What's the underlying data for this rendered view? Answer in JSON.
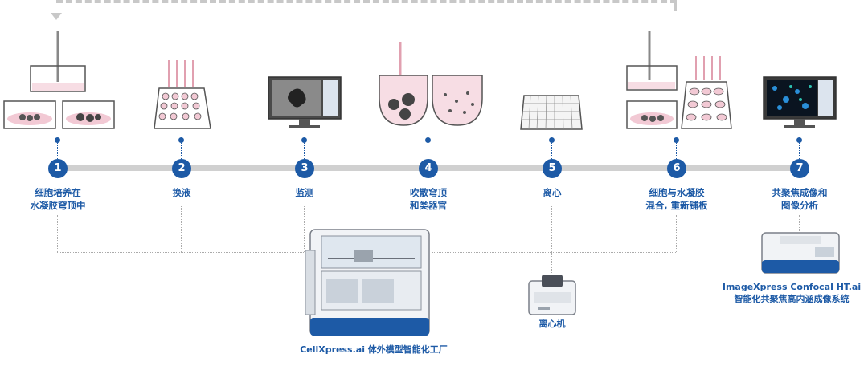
{
  "steps": [
    {
      "num": "1",
      "line1": "细胞培养在",
      "line2": "水凝胶穹顶中",
      "icon": "cell-culture-wells-icon"
    },
    {
      "num": "2",
      "line1": "换液",
      "line2": "",
      "icon": "media-exchange-plate-icon"
    },
    {
      "num": "3",
      "line1": "监测",
      "line2": "",
      "icon": "monitor-icon"
    },
    {
      "num": "4",
      "line1": "吹散穹顶",
      "line2": "和类器官",
      "icon": "dome-dissociation-icon"
    },
    {
      "num": "5",
      "line1": "离心",
      "line2": "",
      "icon": "centrifuge-rack-icon"
    },
    {
      "num": "6",
      "line1": "细胞与水凝胶",
      "line2": "混合, 重新铺板",
      "icon": "replating-icon"
    },
    {
      "num": "7",
      "line1": "共聚焦成像和",
      "line2": "图像分析",
      "icon": "imaging-monitor-icon"
    }
  ],
  "instruments": {
    "cellxpress": "CellXpress.ai 体外模型智能化工厂",
    "centrifuge": "离心机",
    "imagexpress_line1": "ImageXpress Confocal HT.ai",
    "imagexpress_line2": "智能化共聚焦高内涵成像系统"
  },
  "colors": {
    "accent": "#1d5aa6",
    "timeline": "#d0d0d0",
    "pink": "#f2c9d4"
  }
}
